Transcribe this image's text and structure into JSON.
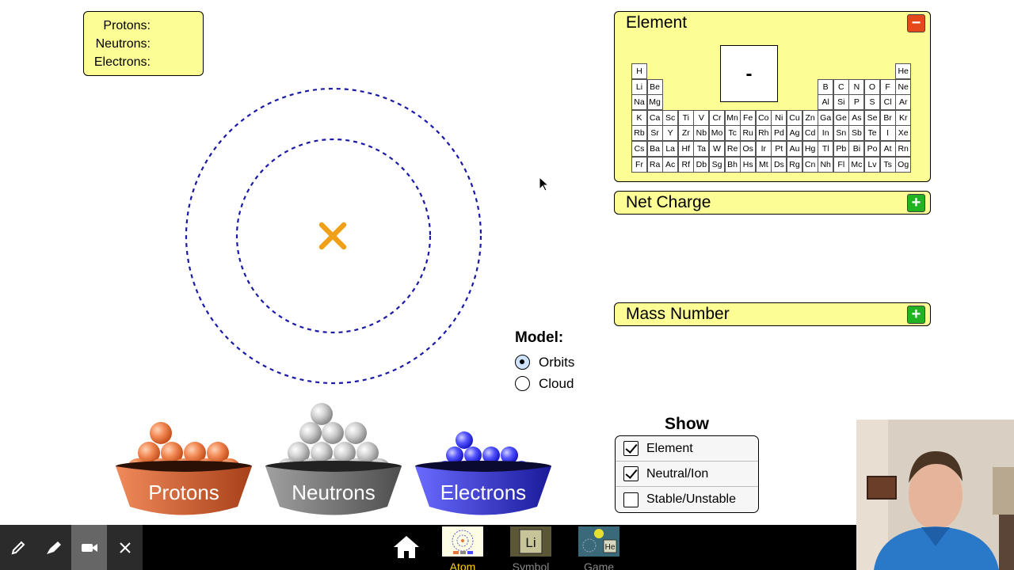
{
  "counts": {
    "protons_label": "Protons:",
    "neutrons_label": "Neutrons:",
    "electrons_label": "Electrons:"
  },
  "model": {
    "title": "Model:",
    "options": [
      "Orbits",
      "Cloud"
    ],
    "selected": "Orbits"
  },
  "element_panel": {
    "title": "Element",
    "symbol": "-",
    "toggle": "−"
  },
  "net_charge_panel": {
    "title": "Net Charge",
    "toggle": "+"
  },
  "mass_number_panel": {
    "title": "Mass Number",
    "toggle": "+"
  },
  "periodic_table": [
    "H",
    "He",
    "Li",
    "Be",
    "B",
    "C",
    "N",
    "O",
    "F",
    "Ne",
    "Na",
    "Mg",
    "Al",
    "Si",
    "P",
    "S",
    "Cl",
    "Ar",
    "K",
    "Ca",
    "Sc",
    "Ti",
    "V",
    "Cr",
    "Mn",
    "Fe",
    "Co",
    "Ni",
    "Cu",
    "Zn",
    "Ga",
    "Ge",
    "As",
    "Se",
    "Br",
    "Kr",
    "Rb",
    "Sr",
    "Y",
    "Zr",
    "Nb",
    "Mo",
    "Tc",
    "Ru",
    "Rh",
    "Pd",
    "Ag",
    "Cd",
    "In",
    "Sn",
    "Sb",
    "Te",
    "I",
    "Xe",
    "Cs",
    "Ba",
    "La",
    "Hf",
    "Ta",
    "W",
    "Re",
    "Os",
    "Ir",
    "Pt",
    "Au",
    "Hg",
    "Tl",
    "Pb",
    "Bi",
    "Po",
    "At",
    "Rn",
    "Fr",
    "Ra",
    "Ac",
    "Rf",
    "Db",
    "Sg",
    "Bh",
    "Hs",
    "Mt",
    "Ds",
    "Rg",
    "Cn",
    "Nh",
    "Fl",
    "Mc",
    "Lv",
    "Ts",
    "Og"
  ],
  "show": {
    "title": "Show",
    "items": [
      {
        "label": "Element",
        "checked": true
      },
      {
        "label": "Neutral/Ion",
        "checked": true
      },
      {
        "label": "Stable/Unstable",
        "checked": false
      }
    ]
  },
  "buckets": {
    "protons": "Protons",
    "neutrons": "Neutrons",
    "electrons": "Electrons"
  },
  "colors": {
    "panel": "#fdfd96",
    "proton": "#e8743b",
    "neutron": "#b5b5b5",
    "electron": "#4a4aff",
    "orbit": "#1a1aa6",
    "nucleus_x": "#f0a018"
  },
  "nav": {
    "screens": [
      {
        "label": "Atom",
        "active": true,
        "icon": "atom-screen-icon"
      },
      {
        "label": "Symbol",
        "active": false,
        "icon": "symbol-screen-icon",
        "thumb_text": "Li"
      },
      {
        "label": "Game",
        "active": false,
        "icon": "game-screen-icon",
        "thumb_text": "He"
      }
    ]
  }
}
